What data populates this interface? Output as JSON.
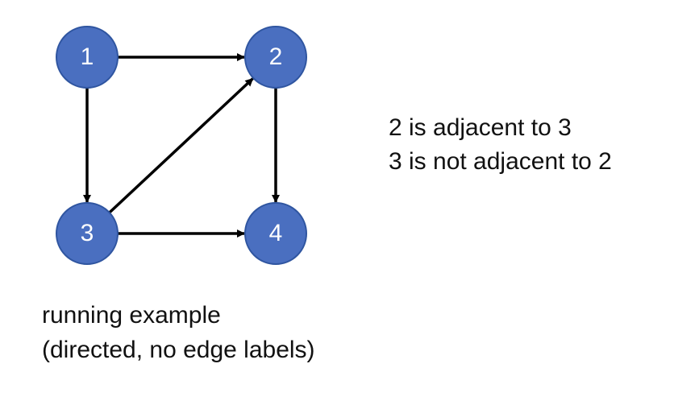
{
  "graph": {
    "nodes": [
      {
        "id": "1",
        "label": "1"
      },
      {
        "id": "2",
        "label": "2"
      },
      {
        "id": "3",
        "label": "3"
      },
      {
        "id": "4",
        "label": "4"
      }
    ],
    "edges": [
      {
        "from": "1",
        "to": "2"
      },
      {
        "from": "1",
        "to": "3"
      },
      {
        "from": "3",
        "to": "2"
      },
      {
        "from": "2",
        "to": "4"
      },
      {
        "from": "3",
        "to": "4"
      }
    ],
    "node_color": "#4a6fc0",
    "node_border_color": "#2f55a0",
    "edge_color": "#000000"
  },
  "notes": {
    "line1": "2 is adjacent to 3",
    "line2": "3 is not adjacent to 2"
  },
  "caption": {
    "line1": "running example",
    "line2": "(directed, no edge labels)"
  }
}
